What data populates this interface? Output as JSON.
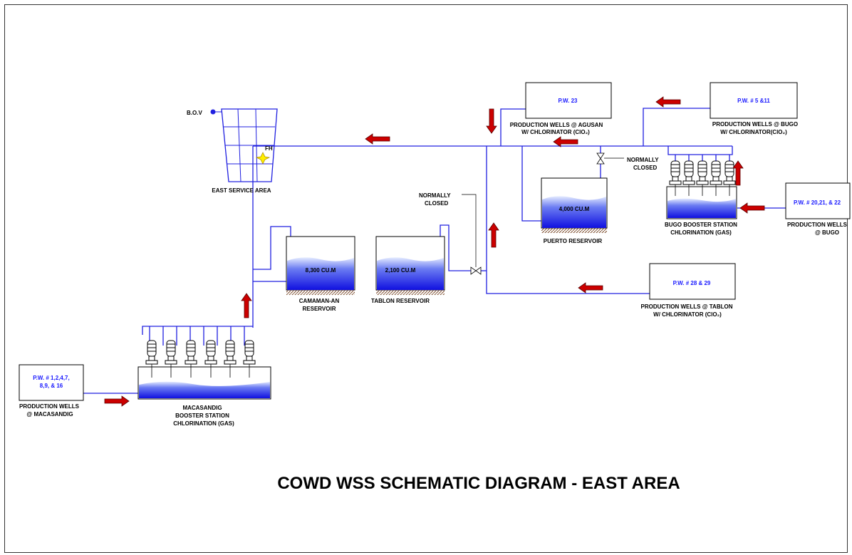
{
  "title": "COWD WSS SCHEMATIC DIAGRAM - EAST AREA",
  "colors": {
    "pipe": "#2020e0",
    "arrow": "#cc0000",
    "water_top": "#d9e2ff",
    "water_bottom": "#1a1ae6",
    "valve_marker": "#2020e0"
  },
  "east_service_area": {
    "label": "EAST SERVICE AREA",
    "bov": "B.O.V",
    "fh": "FH"
  },
  "valves": {
    "top_label_1": "NORMALLY",
    "top_label_2": "CLOSED",
    "mid_label_1": "NORMALLY",
    "mid_label_2": "CLOSED"
  },
  "reservoirs": {
    "camaman": {
      "capacity": "8,300 CU.M",
      "label_1": "CAMAMAN-AN",
      "label_2": "RESERVOIR"
    },
    "tablon": {
      "capacity": "2,100 CU.M",
      "label_1": "TABLON RESERVOIR"
    },
    "puerto": {
      "capacity": "4,000 CU.M",
      "label_1": "PUERTO RESERVOIR"
    }
  },
  "wells": {
    "agusan": {
      "box": "P.W. 23",
      "label_1": "PRODUCTION WELLS @ AGUSAN",
      "label_2": "W/ CHLORINATOR (ClO₂)"
    },
    "bugo_chlor": {
      "box": "P.W. # 5 &11",
      "label_1": "PRODUCTION WELLS @ BUGO",
      "label_2": "W/ CHLORINATOR(ClO₂)"
    },
    "bugo": {
      "box": "P.W. # 20,21, & 22",
      "label_1": "PRODUCTION WELLS",
      "label_2": "@ BUGO"
    },
    "tablon": {
      "box": "P.W. # 28 & 29",
      "label_1": "PRODUCTION WELLS @ TABLON",
      "label_2": "W/ CHLORINATOR (ClO₂)"
    },
    "macasandig": {
      "box_1": "P.W. # 1,2,4,7,",
      "box_2": "8,9, & 16",
      "label_1": "PRODUCTION WELLS",
      "label_2": "@ MACASANDIG"
    }
  },
  "stations": {
    "bugo": {
      "label_1": "BUGO BOOSTER STATION",
      "label_2": "CHLORINATION (GAS)"
    },
    "macasandig": {
      "label_1": "MACASANDIG",
      "label_2": "BOOSTER STATION",
      "label_3": "CHLORINATION (GAS)"
    }
  }
}
